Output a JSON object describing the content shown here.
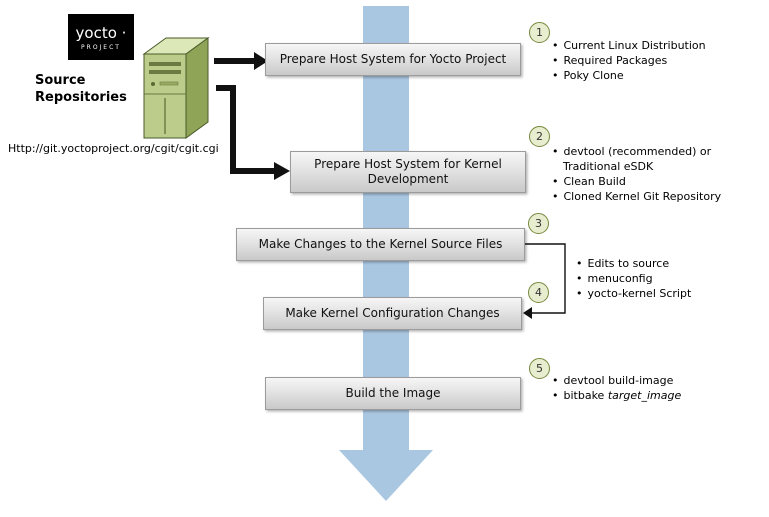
{
  "logo": {
    "brand": "yocto ·",
    "sub": "PROJECT"
  },
  "source": {
    "label_line1": "Source",
    "label_line2": "Repositories",
    "url": "Http://git.yoctoproject.org/cgit/cgit.cgi"
  },
  "steps": [
    {
      "num": "1",
      "title": "Prepare Host System for Yocto Project",
      "bullets": [
        "Current Linux Distribution",
        "Required Packages",
        "Poky Clone"
      ]
    },
    {
      "num": "2",
      "title": "Prepare Host System for Kernel Development",
      "bullets": [
        "devtool (recommended) or",
        "Traditional eSDK",
        "Clean Build",
        "Cloned Kernel Git Repository"
      ]
    },
    {
      "num": "3",
      "title": "Make Changes to the Kernel Source Files"
    },
    {
      "num": "4",
      "title": "Make Kernel Configuration Changes"
    },
    {
      "num": "5",
      "title": "Build the Image",
      "bullets": [
        "devtool build-image"
      ],
      "bullet2": {
        "pre": "bitbake ",
        "em": "target_image"
      }
    }
  ],
  "shared_bullets_34": [
    "Edits to source",
    "menuconfig",
    "yocto-kernel Script"
  ],
  "colors": {
    "flow_arrow": "#aac7e2",
    "step_circle_fill": "#e8edcf",
    "step_circle_border": "#77883f",
    "box_border": "#9b9b9b",
    "server_front": "#bccc8b",
    "server_side": "#8fa457",
    "server_top": "#dce8b8"
  }
}
